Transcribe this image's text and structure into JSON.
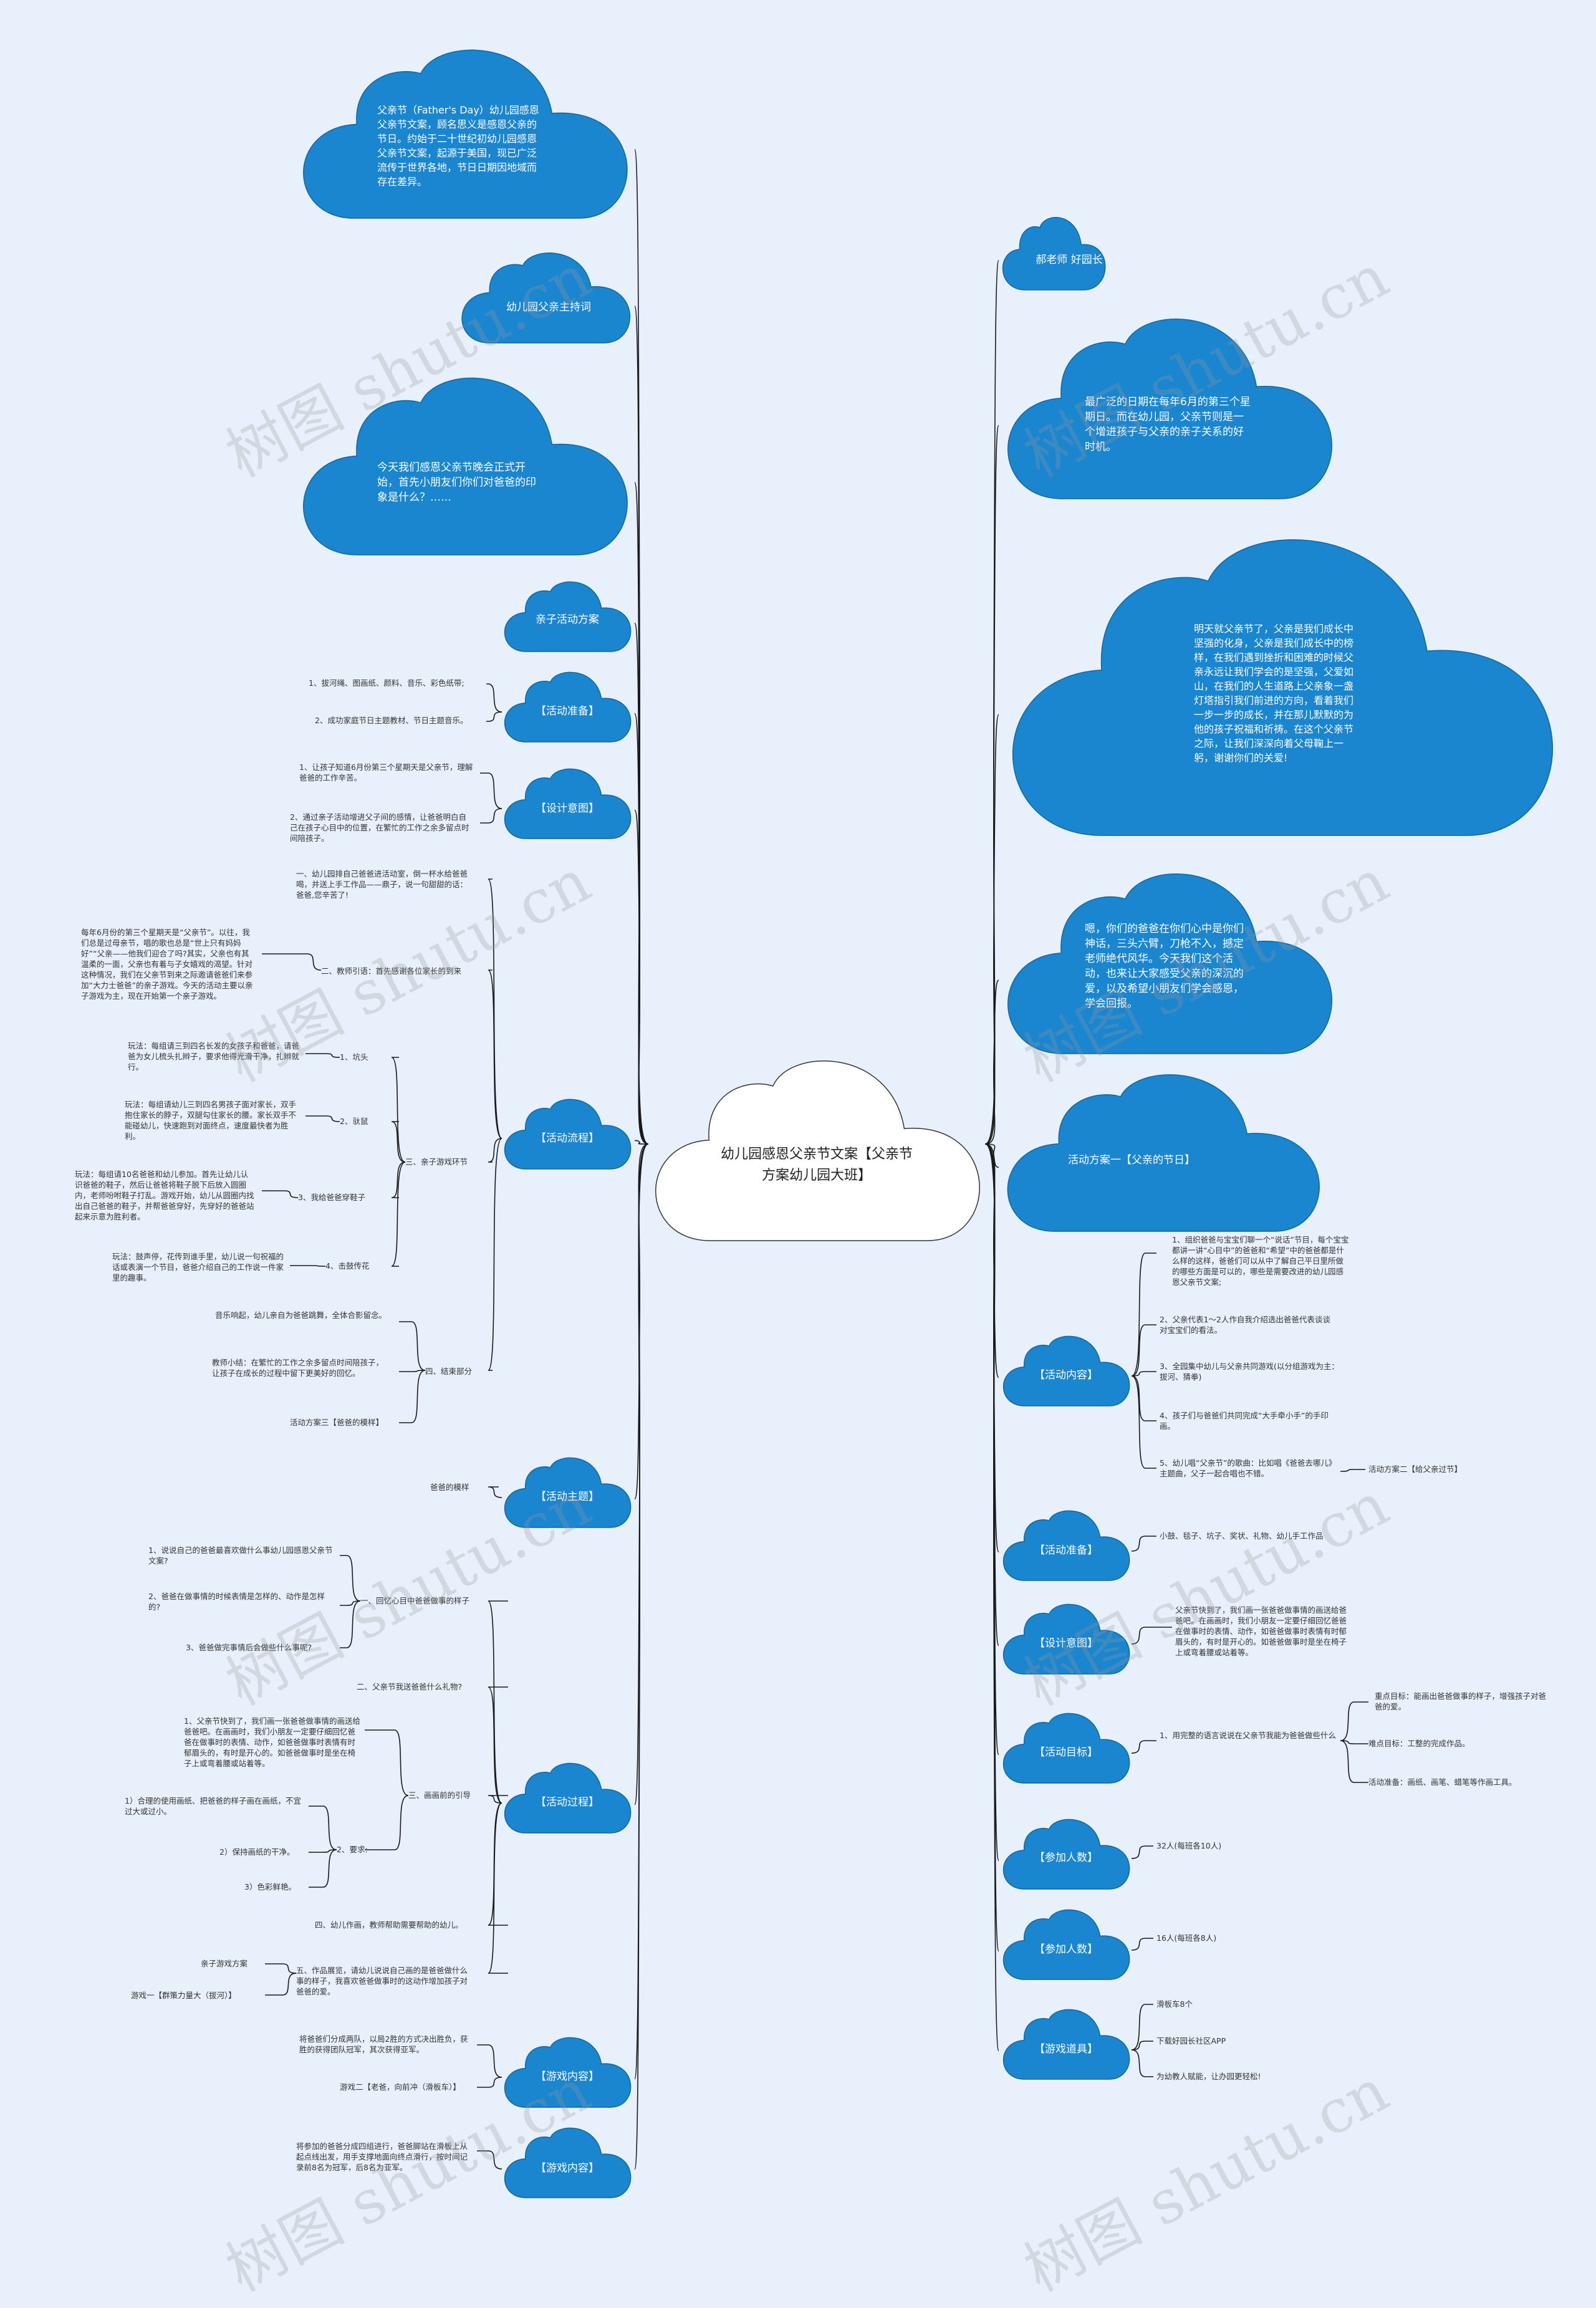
{
  "root": {
    "title": "幼儿园感恩父亲节文案【父亲节方案幼儿园大班】"
  },
  "watermark": "树图 shutu.cn",
  "colors": {
    "cloud_fill": "#1a86d0",
    "cloud_stroke": "#10679f",
    "line": "#1a1a1a",
    "background": "#e8f1fb"
  },
  "left": {
    "intro": "父亲节（Father's Day）幼儿园感恩父亲节文案，顾名思义是感恩父亲的节日。约始于二十世纪初幼儿园感恩父亲节文案，起源于美国，现已广泛流传于世界各地，节日日期因地域而存在差异。",
    "host": "幼儿园父亲主持词",
    "opening": "今天我们感恩父亲节晚会正式开始，首先小朋友们你们对爸爸的印象是什么？……",
    "parent_plan": "亲子活动方案",
    "prep": {
      "label": "【活动准备】",
      "items": [
        "1、拔河绳、图画纸、颜料、音乐、彩色纸带;",
        "2、成功家庭节日主题教材、节日主题音乐。"
      ]
    },
    "design": {
      "label": "【设计意图】",
      "items": [
        "1、让孩子知道6月份第三个星期天是父亲节，理解爸爸的工作辛苦。",
        "2、通过亲子活动增进父子间的感情，让爸爸明白自己在孩子心目中的位置，在繁忙的工作之余多留点时间陪孩子。"
      ]
    },
    "flow": {
      "label": "【活动流程】",
      "step1": "一、幼儿园排自己爸爸进活动室，倒一杯水给爸爸喝，并送上手工作品——鼎子，说一句甜甜的话：爸爸,您辛苦了!",
      "step2": "二、教师引语：首先感谢各位家长的到来",
      "step2_note": "每年6月份的第三个星期天是“父亲节”。以往，我们总是过母亲节，唱的歌也总是“世上只有妈妈好”“父亲——他我们迎合了吗?其实，父亲也有其温柔的一面，父亲也有着与子女嬉戏的渴望。针对这种情况，我们在父亲节到来之际邀请爸爸们来参加“大力士爸爸”的亲子游戏。今天的活动主要以亲子游戏为主，现在开始第一个亲子游戏。",
      "step3": "三、亲子游戏环节",
      "games": [
        {
          "name": "1、坑头",
          "rule": "玩法：每组请三到四名长发的女孩子和爸爸，请爸爸为女儿梳头扎辫子，要求他得光滑干净，扎辫就行。"
        },
        {
          "name": "2、驮鼠",
          "rule": "玩法：每组请幼儿三到四名男孩子面对家长，双手抱住家长的脖子，双腿勾住家长的腰。家长双手不能碰幼儿，快速跑到对面终点，速度最快者为胜利。"
        },
        {
          "name": "3、我给爸爸穿鞋子",
          "rule": "玩法：每组请10名爸爸和幼儿参加。首先让幼儿认识爸爸的鞋子，然后让爸爸将鞋子脱下后放入圆圈内，老师吩咐鞋子打乱。游戏开始，幼儿从圆圈内找出自己爸爸的鞋子，并帮爸爸穿好，先穿好的爸爸站起来示意为胜利者。"
        },
        {
          "name": "4、击鼓传花",
          "rule": "玩法：鼓声停，花传到谁手里，幼儿说一句祝福的话或表演一个节目，爸爸介绍自己的工作说一件家里的趣事。"
        }
      ],
      "step4": "四、结束部分",
      "step4_items": [
        "音乐响起，幼儿亲自为爸爸跳舞，全体合影留念。",
        "教师小结：在繁忙的工作之余多留点时间陪孩子，让孩子在成长的过程中留下更美好的回忆。",
        "活动方案三【爸爸的模样】"
      ]
    },
    "theme": {
      "label": "【活动主题】",
      "item": "爸爸的模样"
    },
    "process": {
      "label": "【活动过程】",
      "step1": "一、回忆心目中爸爸做事的样子",
      "step1_items": [
        "1、说说自己的爸爸最喜欢做什么事幼儿园感恩父亲节文案?",
        "2、爸爸在做事情的时候表情是怎样的、动作是怎样的?",
        "3、爸爸做完事情后会做些什么事呢?"
      ],
      "step2": "二、父亲节我送爸爸什么礼物?",
      "step3": "三、画画前的引导",
      "step3_item1": "1、父亲节快到了，我们画一张爸爸做事情的画送给爸爸吧。在画画时，我们小朋友一定要仔细回忆爸爸在做事时的表情、动作，如爸爸做事时表情有时郁眉头的，有时是开心的。如爸爸做事时是坐在椅子上或弯着腰或站着等。",
      "step3_req": "2、要求:",
      "step3_req_items": [
        "1）合理的使用画纸、把爸爸的样子画在画纸，不宜过大或过小。",
        "2）保持画纸的干净。",
        "3）色彩鲜艳。"
      ],
      "step4": "四、幼儿作画，教师帮助需要帮助的幼儿。",
      "step5": "五、作品展览，请幼儿说说自己画的是爸爸做什么事的样子，我喜欢爸爸做事时的这动作增加孩子对爸爸的爱。",
      "extra": [
        "亲子游戏方案",
        "游戏一【群策力量大（拔河）】"
      ]
    },
    "game1": {
      "label": "【游戏内容】",
      "items": [
        "将爸爸们分成两队，以局2胜的方式决出胜负，获胜的获得团队冠军，其次获得亚军。",
        "游戏二【老爸，向前冲（滑板车）】"
      ]
    },
    "game2": {
      "label": "【游戏内容】",
      "item": "将参加的爸爸分成四组进行，爸爸脚站在滑板上从起点线出发，用手支撑地面向终点滑行，按时间记录前8名为冠军，后8名为亚军。"
    }
  },
  "right": {
    "greeting": "郝老师 好园长",
    "date": "最广泛的日期在每年6月的第三个星期日。而在幼儿园，父亲节则是一个增进孩子与父亲的亲子关系的好时机。",
    "speech": "明天就父亲节了，父亲是我们成长中坚强的化身，父亲是我们成长中的榜样，在我们遇到挫折和困难的时候父亲永远让我们学会的是坚强，父爱如山，在我们的人生道路上父亲象一盏灯塔指引我们前进的方向，看着我们一步一步的成长，并在那儿默默的为他的孩子祝福和祈祷。在这个父亲节之际，让我们深深向着父母鞠上一躬，谢谢你们的关爱!",
    "hero": "嗯，你们的爸爸在你们心中是你们神话，三头六臂，刀枪不入，撼定老师绝代风华。今天我们这个活动，也来让大家感受父亲的深沉的爱，以及希望小朋友们学会感恩，学会回报。",
    "plan1": "活动方案一【父亲的节日】",
    "content": {
      "label": "【活动内容】",
      "items": [
        "1、组织爸爸与宝宝们聊一个“说话”节目，每个宝宝都讲一讲“心目中”的爸爸和“希望”中的爸爸都是什么样的这样，爸爸们可以从中了解自己平日里所做的哪些方面是可以的，哪些是需要改进的幼儿园感恩父亲节文案;",
        "2、父亲代表1～2人作自我介绍选出爸爸代表谈谈对宝宝们的看法。",
        "3、全园集中幼儿与父亲共同游戏(以分组游戏为主：拔河、猜拳)",
        "4、孩子们与爸爸们共同完成“大手牵小手”的手印画。",
        "5、幼儿唱“父亲节”的歌曲：比如唱《爸爸去哪儿》主题曲，父子一起合唱也不错。"
      ],
      "plan2": "活动方案二【给父亲过节】"
    },
    "prep": {
      "label": "【活动准备】",
      "item": "小鼓、毯子、坑子、奖状、礼物、幼儿手工作品"
    },
    "design": {
      "label": "【设计意图】",
      "item": "父亲节快到了，我们画一张爸爸做事情的画送给爸爸吧。在画画时，我们小朋友一定要仔细回忆爸爸在做事时的表情、动作，如爸爸做事时表情有时郁眉头的，有时是开心的。如爸爸做事时是坐在椅子上或弯着腰或站着等。"
    },
    "goal": {
      "label": "【活动目标】",
      "item": "1、用完整的语言说说在父亲节我能为爸爸做些什么",
      "sub": [
        "重点目标：能画出爸爸做事的样子，增强孩子对爸爸的爱。",
        "难点目标：工整的完成作品。",
        "活动准备：画纸、画笔、蜡笔等作画工具。"
      ]
    },
    "count1": {
      "label": "【参加人数】",
      "item": "32人(每班各10人)"
    },
    "count2": {
      "label": "【参加人数】",
      "item": "16人(每班各8人)"
    },
    "props": {
      "label": "【游戏道具】",
      "items": [
        "滑板车8个",
        "下载好园长社区APP",
        "为幼教人赋能，让办园更轻松!"
      ]
    }
  }
}
